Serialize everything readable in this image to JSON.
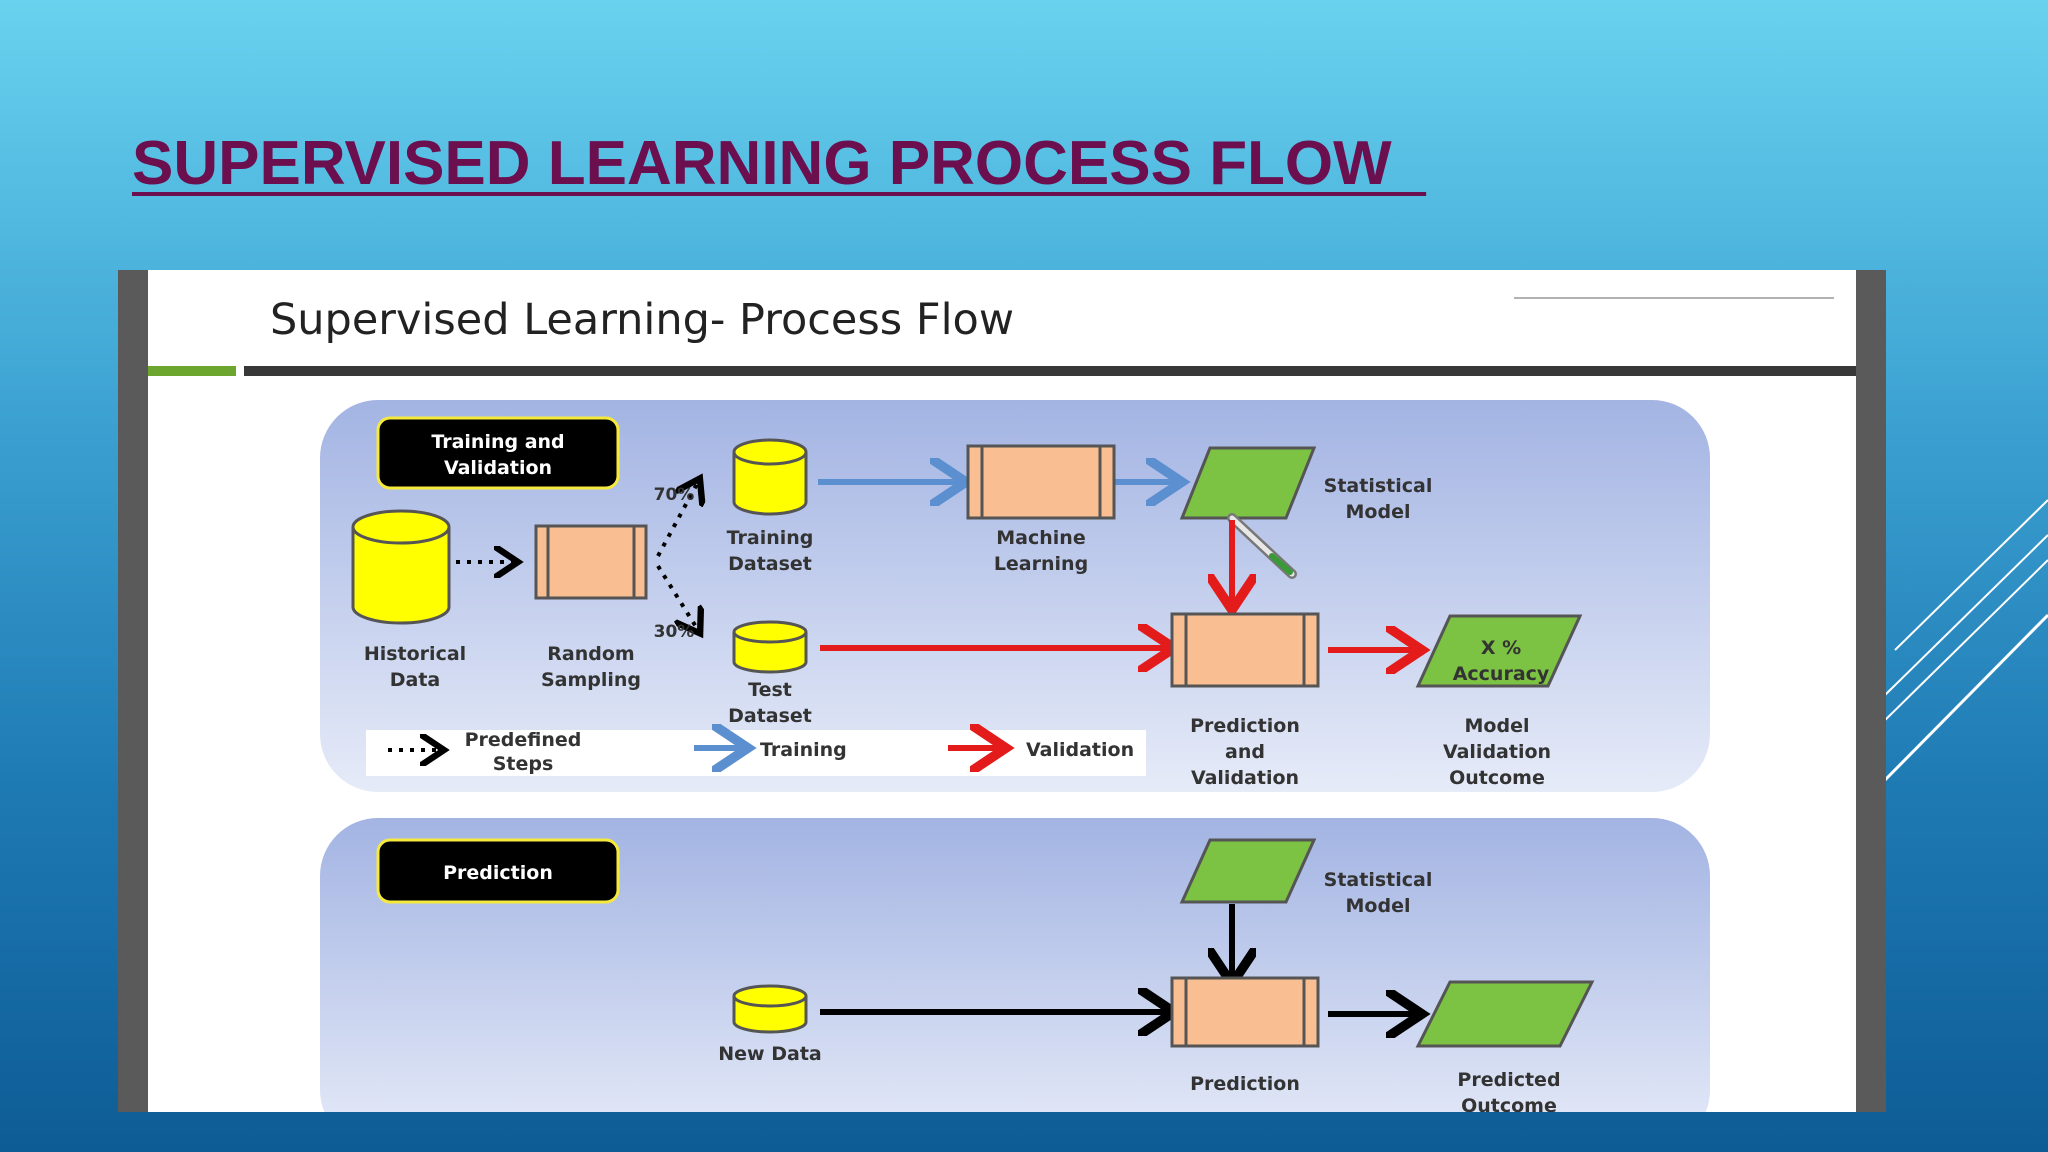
{
  "slide": {
    "title": "SUPERVISED LEARNING PROCESS FLOW  "
  },
  "diagram": {
    "title": "Supervised Learning- Process Flow",
    "training_panel": {
      "badge_line1": "Training and",
      "badge_line2": "Validation",
      "historical_line1": "Historical",
      "historical_line2": "Data",
      "sampling_line1": "Random",
      "sampling_line2": "Sampling",
      "pct_train": "70%",
      "pct_test": "30%",
      "training_line1": "Training",
      "training_line2": "Dataset",
      "test_line1": "Test",
      "test_line2": "Dataset",
      "ml_line1": "Machine",
      "ml_line2": "Learning",
      "model_line1": "Statistical",
      "model_line2": "Model",
      "pv_line1": "Prediction",
      "pv_line2": "and",
      "pv_line3": "Validation",
      "accuracy_line1": "X %",
      "accuracy_line2": "Accuracy",
      "mvo_line1": "Model",
      "mvo_line2": "Validation",
      "mvo_line3": "Outcome",
      "legend_predefined_line1": "Predefined",
      "legend_predefined_line2": "Steps",
      "legend_training": "Training",
      "legend_validation": "Validation"
    },
    "prediction_panel": {
      "badge": "Prediction",
      "model_line1": "Statistical",
      "model_line2": "Model",
      "new_data": "New Data",
      "prediction": "Prediction",
      "outcome_line1": "Predicted",
      "outcome_line2": "Outcome"
    }
  },
  "colors": {
    "title": "#6b0f4f",
    "cylinder": "#ffff00",
    "process_box": "#f9bf93",
    "model_shape": "#7cc243",
    "training_arrow": "#5b8fd0",
    "validation_arrow": "#e41b1b"
  }
}
